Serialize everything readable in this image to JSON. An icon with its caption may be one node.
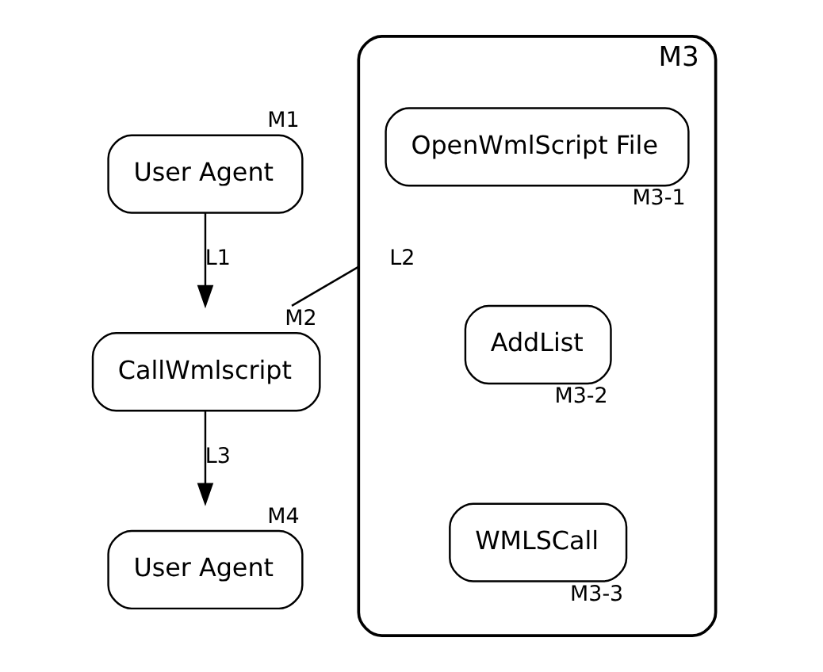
{
  "diagram": {
    "nodes": [
      {
        "text": [
          "User Agent"
        ],
        "beside": [
          "M1"
        ]
      },
      {
        "text": [
          "CallWmlscript"
        ],
        "beside": [
          "M2"
        ]
      },
      {
        "text": [],
        "shape": "box",
        "beside": [
          "M3"
        ]
      },
      {
        "text": [
          "OpenWmlScript File"
        ],
        "in": 2,
        "beside": [
          "M3-1"
        ]
      },
      {
        "text": [
          "AddList"
        ],
        "in": 2,
        "beside": [
          "M3-2"
        ]
      },
      {
        "text": [
          "WMLSCall"
        ],
        "in": 2,
        "beside": [
          "M3-3"
        ]
      },
      {
        "text": [
          "User Agent"
        ],
        "beside": [
          "M4"
        ]
      }
    ],
    "edges": [
      {
        "from": 0,
        "to": 1,
        "arrow": "to",
        "label": "L1"
      },
      {
        "from": 1,
        "to": 2,
        "arrow": "none",
        "label": "L2"
      },
      {
        "from": 1,
        "to": 6,
        "arrow": "to",
        "label": "L3"
      }
    ]
  }
}
